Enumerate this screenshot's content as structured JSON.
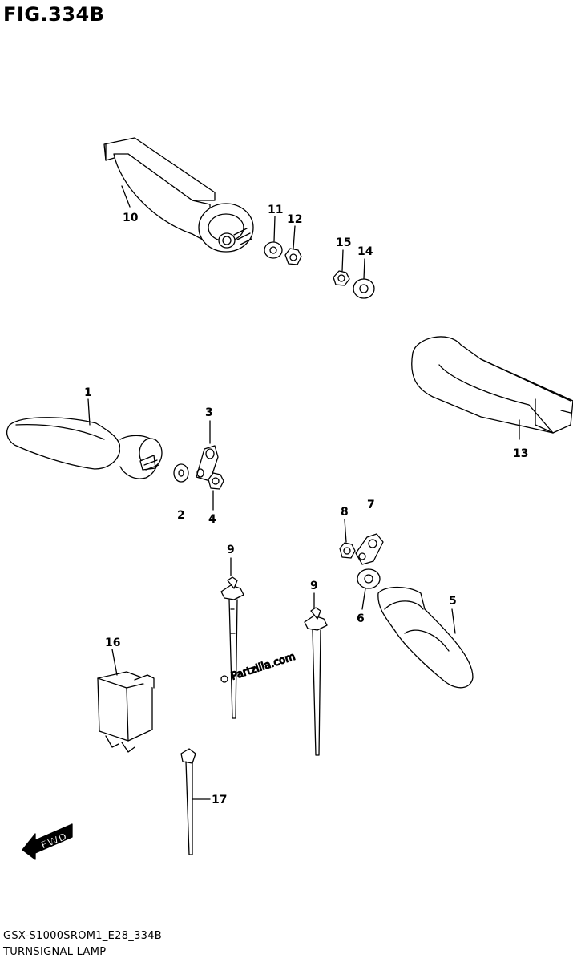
{
  "figure": {
    "title": "FIG.334B",
    "code": "GSX-S1000SROM1_E28_334B",
    "caption": "TURNSIGNAL LAMP"
  },
  "watermark": "Partzilla.com",
  "fwd_label": "FWD",
  "callouts": {
    "c1": "1",
    "c2": "2",
    "c3": "3",
    "c4": "4",
    "c5": "5",
    "c6": "6",
    "c7": "7",
    "c8": "8",
    "c9a": "9",
    "c9b": "9",
    "c10": "10",
    "c11": "11",
    "c12": "12",
    "c13": "13",
    "c14": "14",
    "c15": "15",
    "c16": "16",
    "c17": "17"
  }
}
